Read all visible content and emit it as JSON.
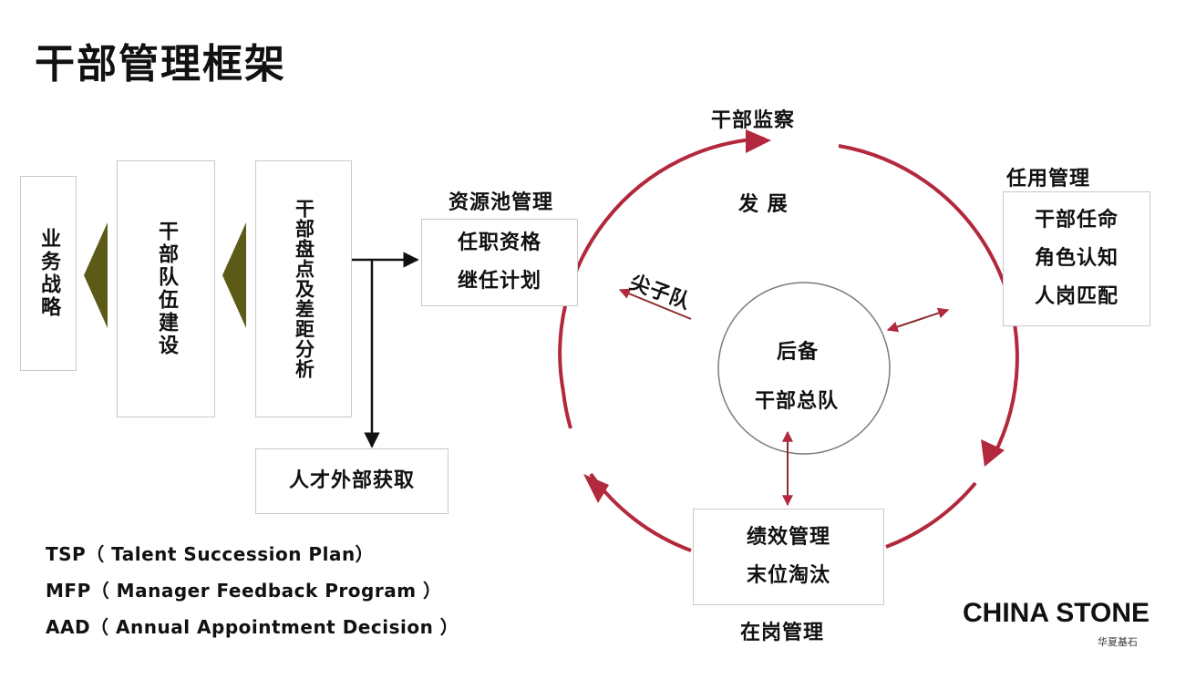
{
  "title": "干部管理框架",
  "left": {
    "strategy": "业务战略",
    "team_building": "干部队伍建设",
    "inventory": "干部盘点及差距分析",
    "external": "人才外部获取"
  },
  "resource_pool": {
    "label": "资源池管理",
    "items": [
      "任职资格",
      "继任计划"
    ]
  },
  "cycle": {
    "top": "干部监察",
    "develop": "发 展",
    "pointed_team": "尖子队",
    "center": [
      "后备",
      "干部总队"
    ],
    "appointment": {
      "label": "任用管理",
      "items": [
        "干部任命",
        "角色认知",
        "人岗匹配"
      ]
    },
    "onjob": {
      "label": "在岗管理",
      "items": [
        "绩效管理",
        "末位淘汰"
      ]
    }
  },
  "legend": [
    "TSP（ Talent  Succession Plan）",
    "MFP（ Manager  Feedback Program ）",
    "AAD（ Annual  Appointment Decision ）"
  ],
  "logo": {
    "text": "CHINA STONE",
    "sub": "华夏基石"
  },
  "colors": {
    "cycle": "#b2283c",
    "arrow_olive": "#5c5a17",
    "box_border": "#c9c9c9"
  }
}
